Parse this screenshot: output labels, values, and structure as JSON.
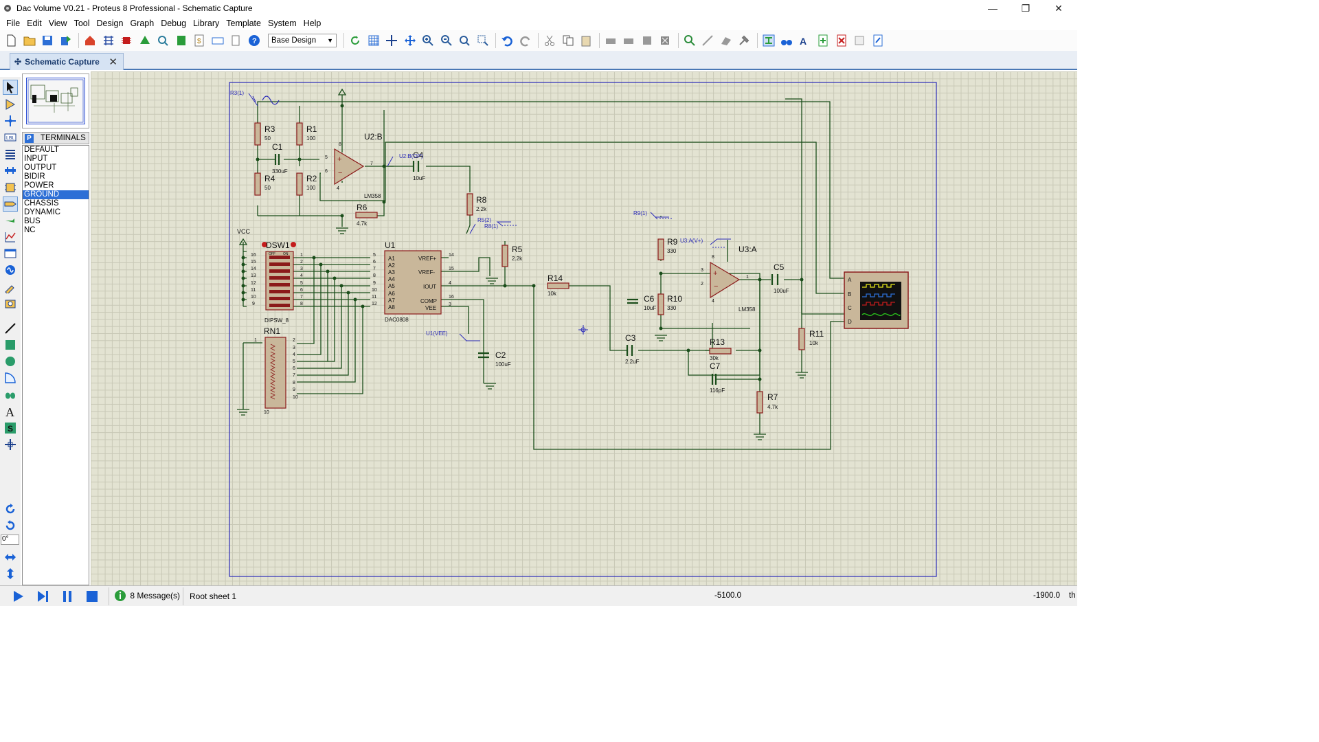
{
  "window": {
    "title": "Dac Volume V0.21 - Proteus 8 Professional - Schematic Capture",
    "minimize": "—",
    "restore": "❐",
    "close": "✕"
  },
  "menu": [
    {
      "label": "File"
    },
    {
      "label": "Edit"
    },
    {
      "label": "View"
    },
    {
      "label": "Tool"
    },
    {
      "label": "Design"
    },
    {
      "label": "Graph"
    },
    {
      "label": "Debug"
    },
    {
      "label": "Library"
    },
    {
      "label": "Template"
    },
    {
      "label": "System"
    },
    {
      "label": "Help"
    }
  ],
  "toolbar": {
    "design_select": "Base Design"
  },
  "tab": {
    "label": "Schematic Capture",
    "close": "✕"
  },
  "panel": {
    "mode_button": "P",
    "header": "TERMINALS",
    "items": [
      "DEFAULT",
      "INPUT",
      "OUTPUT",
      "BIDIR",
      "POWER",
      "GROUND",
      "CHASSIS",
      "DYNAMIC",
      "BUS",
      "NC"
    ],
    "selected": "GROUND"
  },
  "rotation": "0°",
  "schematic": {
    "labels": {
      "r3": "R3",
      "r3v": "50",
      "r1": "R1",
      "r1v": "100",
      "c1": "C1",
      "c1v": "330uF",
      "r4": "R4",
      "r4v": "50",
      "r2": "R2",
      "r2v": "100",
      "u2b": "U2:B",
      "lm358a": "LM358",
      "r6": "R6",
      "r6v": "4.7k",
      "c4": "C4",
      "c4v": "10uF",
      "u2bout": "U2:B(OP)",
      "r8": "R8",
      "r8v": "2.2k",
      "r5probe": "R5(2)",
      "r8probe": "R8(1)",
      "r5": "R5",
      "r5v": "2.2k",
      "r3probe": "R3(1)",
      "vcc": "VCC",
      "dsw1": "DSW1",
      "dipsw": "DIPSW_8",
      "off": "OFF",
      "on": "ON",
      "u1": "U1",
      "dac": "DAC0808",
      "vrefp": "VREF+",
      "vrefm": "VREF-",
      "iout": "IOUT",
      "comp": "COMP",
      "vee": "VEE",
      "u1vee": "U1(VEE)",
      "c2": "C2",
      "c2v": "100uF",
      "rn1": "RN1",
      "r14": "R14",
      "r14v": "10k",
      "c3": "C3",
      "c3v": "2.2uF",
      "r9probe": "R9(1)",
      "r9": "R9",
      "r9v": "330",
      "u3vp": "U3:A(V+)",
      "u3a": "U3:A",
      "c6": "C6",
      "c6v": "10uF",
      "r10": "R10",
      "r10v": "330",
      "lm358b": "LM358",
      "r13": "R13",
      "r13v": "30k",
      "c7": "C7",
      "c7v": "116pF",
      "r7": "R7",
      "r7v": "4.7k",
      "c5": "C5",
      "c5v": "100uF",
      "r11": "R11",
      "r11v": "10k",
      "scA": "A",
      "scB": "B",
      "scC": "C",
      "scD": "D"
    }
  },
  "status": {
    "messages": "8 Message(s)",
    "sheet": "Root sheet 1",
    "x": "-5100.0",
    "y": "-1900.0",
    "unit": "th"
  }
}
